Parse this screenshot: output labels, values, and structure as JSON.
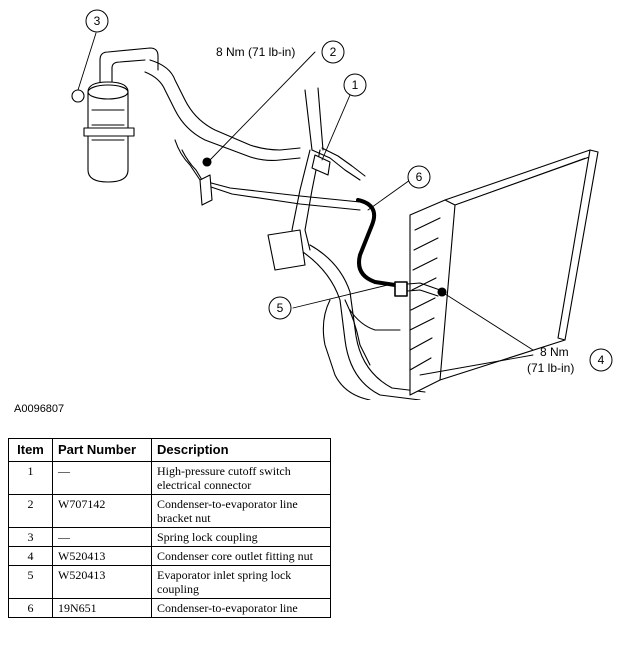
{
  "callouts": [
    {
      "num": "1",
      "label": ""
    },
    {
      "num": "2",
      "label": "8 Nm (71 lb-in)"
    },
    {
      "num": "3",
      "label": ""
    },
    {
      "num": "4",
      "label_line1": "8 Nm",
      "label_line2": "(71 lb-in)"
    },
    {
      "num": "5",
      "label": ""
    },
    {
      "num": "6",
      "label": ""
    }
  ],
  "figure_id": "A0096807",
  "table": {
    "headers": [
      "Item",
      "Part Number",
      "Description"
    ],
    "rows": [
      {
        "item": "1",
        "part": "—",
        "desc": "High-pressure cutoff switch electrical connector"
      },
      {
        "item": "2",
        "part": "W707142",
        "desc": "Condenser-to-evaporator line bracket nut"
      },
      {
        "item": "3",
        "part": "—",
        "desc": "Spring lock coupling"
      },
      {
        "item": "4",
        "part": "W520413",
        "desc": "Condenser core outlet fitting nut"
      },
      {
        "item": "5",
        "part": "W520413",
        "desc": "Evaporator inlet spring lock coupling"
      },
      {
        "item": "6",
        "part": "19N651",
        "desc": "Condenser-to-evaporator line"
      }
    ]
  }
}
